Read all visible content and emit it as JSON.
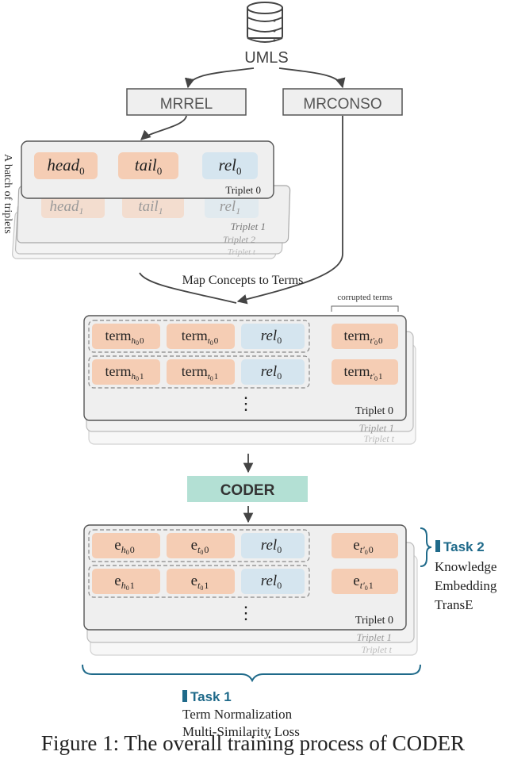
{
  "source": {
    "label": "UMLS",
    "icon": "database-icon"
  },
  "tables": {
    "left": "MRREL",
    "right": "MRCONSO"
  },
  "batch": {
    "side_label": "A batch of triplets",
    "cards": [
      {
        "head": "head",
        "tail": "tail",
        "rel": "rel",
        "index": "0",
        "name": "Triplet 0"
      },
      {
        "head": "head",
        "tail": "tail",
        "rel": "rel",
        "index": "1",
        "name": "Triplet 1"
      },
      {
        "name": "Triplet 2"
      },
      {
        "name": "Triplet t"
      }
    ]
  },
  "map_label": "Map Concepts to Terms",
  "terms_block": {
    "corrupted_label": "corrupted terms",
    "term_word": "term",
    "rel_word": "rel",
    "rows": [
      {
        "h_sub": "h",
        "t_sub": "t",
        "tprime_sub": "t′",
        "i0": "0",
        "i1": "0",
        "rel_sub": "0"
      },
      {
        "h_sub": "h",
        "t_sub": "t",
        "tprime_sub": "t′",
        "i0": "0",
        "i1": "1",
        "rel_sub": "0"
      }
    ],
    "dots": "⋮",
    "card_labels": [
      "Triplet 0",
      "Triplet 1",
      "Triplet t"
    ]
  },
  "model": {
    "label": "CODER"
  },
  "emb_block": {
    "e_word": "e",
    "rel_word": "rel",
    "rows": [
      {
        "h_sub": "h",
        "t_sub": "t",
        "tprime_sub": "t′",
        "i0": "0",
        "i1": "0",
        "rel_sub": "0"
      },
      {
        "h_sub": "h",
        "t_sub": "t",
        "tprime_sub": "t′",
        "i0": "0",
        "i1": "1",
        "rel_sub": "0"
      }
    ],
    "dots": "⋮",
    "card_labels": [
      "Triplet 0",
      "Triplet 1",
      "Triplet t"
    ]
  },
  "task2": {
    "title": "Task 2",
    "lines": [
      "Knowledge",
      "Embedding",
      "TransE"
    ]
  },
  "task1": {
    "title": "Task 1",
    "lines": [
      "Term Normalization",
      "Multi-Similarity Loss"
    ]
  },
  "caption": "Figure 1: The overall training process of CODER",
  "colors": {
    "orange": "#f5cdb4",
    "blue": "#d5e5ef",
    "teal": "#b3e0d4",
    "task": "#1f6a8a",
    "card": "#f0f0f0",
    "border": "#5a5a5a"
  }
}
